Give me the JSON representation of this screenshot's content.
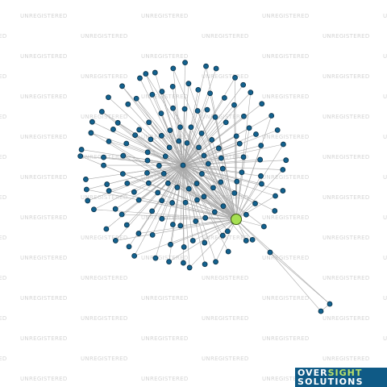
{
  "watermark": {
    "text": "UNREGISTERED"
  },
  "logo": {
    "line1_a": "OVER",
    "line1_b": "SIGHT",
    "line2": "SOLUTIONS"
  },
  "colors": {
    "background": "#ffffff",
    "node_fill": "#12618e",
    "node_stroke": "#0b2f45",
    "highlight_fill": "#a6e052",
    "edge": "#a9a9a9",
    "watermark": "#d4d4d4",
    "logo_bg": "#0f5a86"
  },
  "graph": {
    "layout": "radial",
    "hub_count": 1,
    "highlighted_node_count": 1,
    "peripheral_node_count": 148,
    "tail_node_count": 2
  }
}
